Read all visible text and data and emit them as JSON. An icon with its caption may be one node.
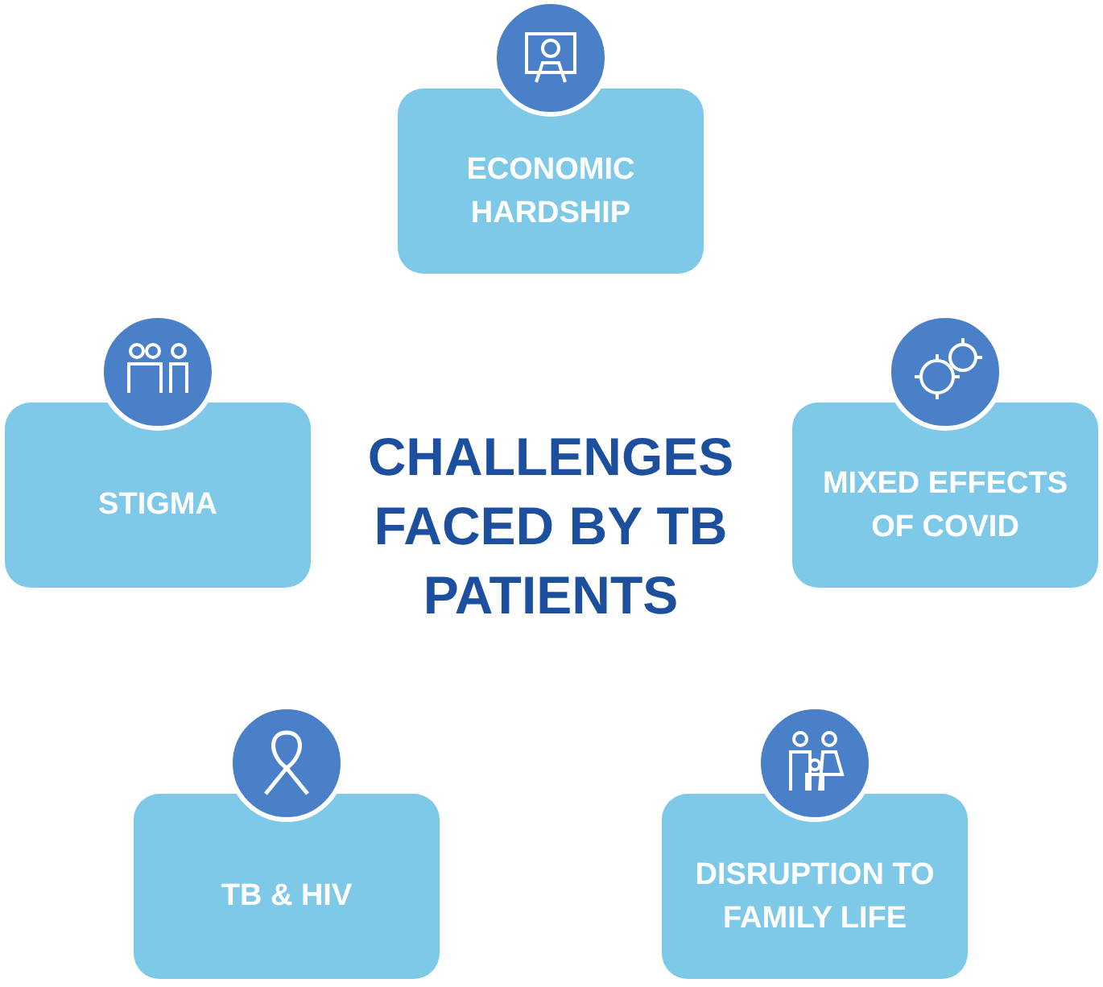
{
  "diagram": {
    "title": "CHALLENGES FACED BY TB PATIENTS",
    "nodes": [
      {
        "text": [
          "ECONOMIC HARDSHIP"
        ]
      },
      {
        "text": [
          "STIGMA"
        ]
      },
      {
        "text": [
          "MIXED EFFECTS OF COVID"
        ]
      },
      {
        "text": [
          "TB & HIV"
        ]
      },
      {
        "text": [
          "DISRUPTION TO FAMILY LIFE"
        ]
      }
    ],
    "edges": []
  }
}
